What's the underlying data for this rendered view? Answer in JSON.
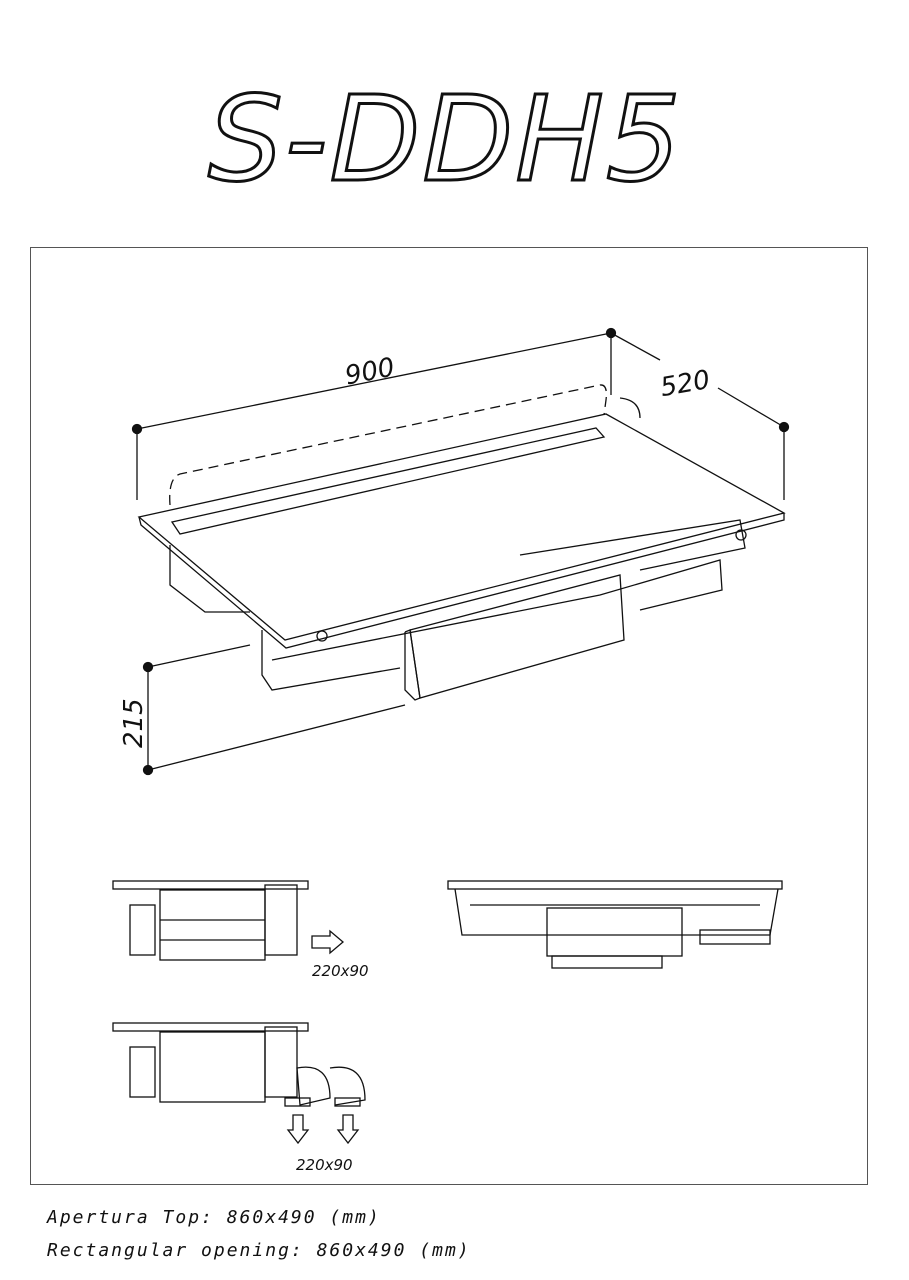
{
  "title": "S-DDH5",
  "dimensions": {
    "width": "900",
    "depth": "520",
    "height": "215"
  },
  "side_views": {
    "outlet_label_horizontal": "220x90",
    "outlet_label_vertical": "220x90"
  },
  "captions": {
    "line_it": "Apertura Top: 860x490 (mm)",
    "line_en": "Rectangular opening: 860x490 (mm)"
  }
}
